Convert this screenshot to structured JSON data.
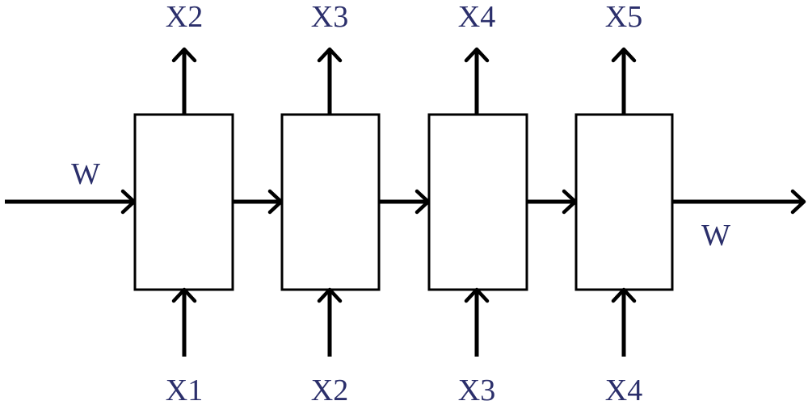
{
  "diagram": {
    "stage_count": 4,
    "top_labels": [
      "X2",
      "X3",
      "X4",
      "X5"
    ],
    "bottom_labels": [
      "X1",
      "X2",
      "X3",
      "X4"
    ],
    "inlet_label": "W",
    "outlet_label": "W"
  },
  "colors": {
    "label": "#2b2f6b",
    "line": "#000000",
    "box_fill": "#ffffff"
  }
}
